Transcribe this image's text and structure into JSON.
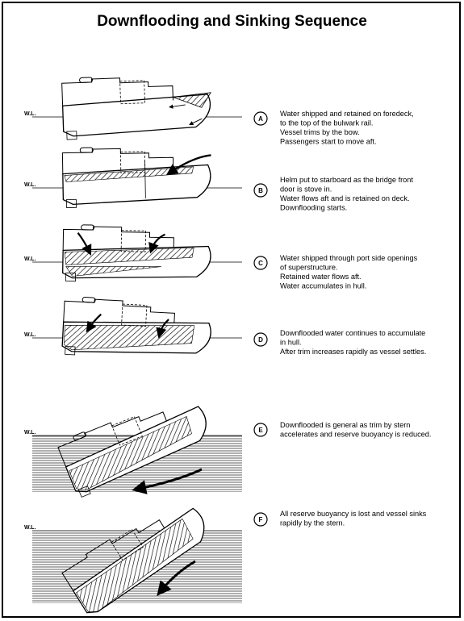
{
  "title": "Downflooding and Sinking Sequence",
  "waterline_label": "W.L.",
  "steps": [
    {
      "letter": "A",
      "lines": [
        "Water shipped and retained on foredeck,",
        "to the top of the bulwark rail.",
        "Vessel trims by the bow.",
        "Passengers start to move aft."
      ]
    },
    {
      "letter": "B",
      "lines": [
        "Helm put to starboard as the bridge front",
        "door is stove in.",
        "Water flows aft and is retained on deck.",
        "Downflooding starts."
      ]
    },
    {
      "letter": "C",
      "lines": [
        "Water shipped through port side openings",
        "of superstructure.",
        "Retained water flows aft.",
        "Water accumulates in hull."
      ]
    },
    {
      "letter": "D",
      "lines": [
        "Downflooded water continues to accumulate",
        "in hull.",
        "After trim increases rapidly as vessel settles."
      ]
    },
    {
      "letter": "E",
      "lines": [
        "Downflooded is general as trim by stern",
        "accelerates and reserve buoyancy is reduced."
      ]
    },
    {
      "letter": "F",
      "lines": [
        "All reserve buoyancy is lost and vessel sinks",
        "rapidly by the stern."
      ]
    }
  ]
}
